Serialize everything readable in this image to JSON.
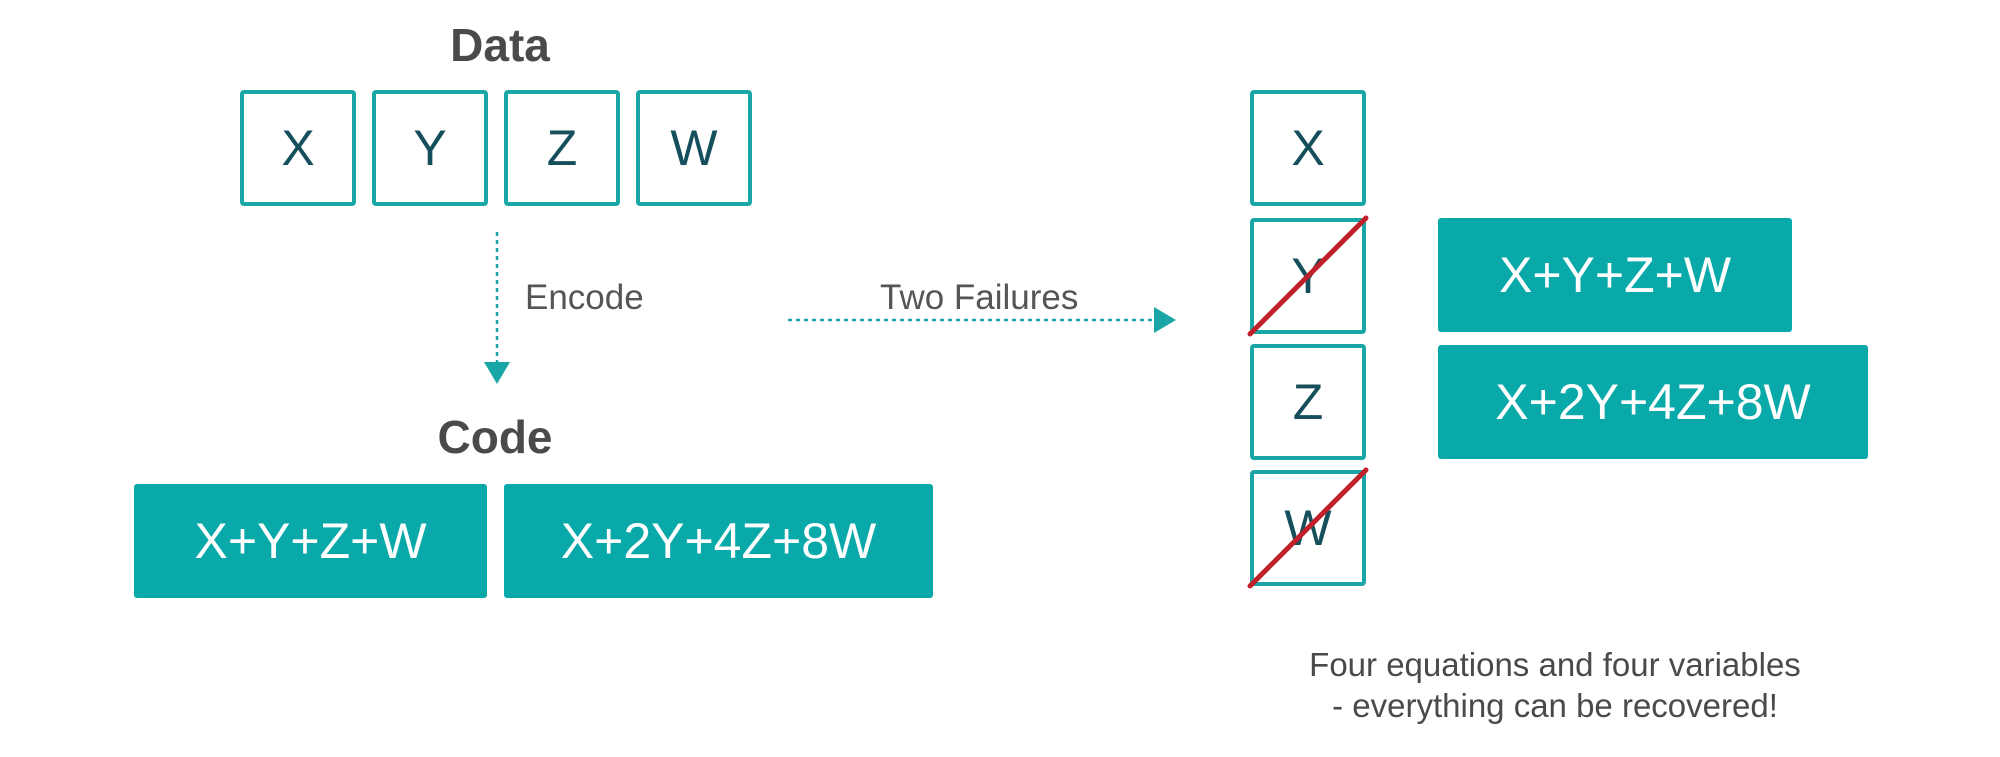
{
  "data_heading": "Data",
  "code_heading": "Code",
  "data_vars": [
    "X",
    "Y",
    "Z",
    "W"
  ],
  "code_equations": [
    "X+Y+Z+W",
    "X+2Y+4Z+8W"
  ],
  "encode_label": "Encode",
  "failures_label": "Two Failures",
  "stored_vars": [
    {
      "label": "X",
      "failed": false
    },
    {
      "label": "Y",
      "failed": true
    },
    {
      "label": "Z",
      "failed": false
    },
    {
      "label": "W",
      "failed": true
    }
  ],
  "recovered_equations": [
    "X+Y+Z+W",
    "X+2Y+4Z+8W"
  ],
  "note_line1": "Four equations and four variables",
  "note_line2": "- everything can be recovered!",
  "colors": {
    "teal": "#0aa9a9",
    "teal_border": "#1aa6a6",
    "dark_text": "#154f5b",
    "strike": "#c0202a"
  }
}
